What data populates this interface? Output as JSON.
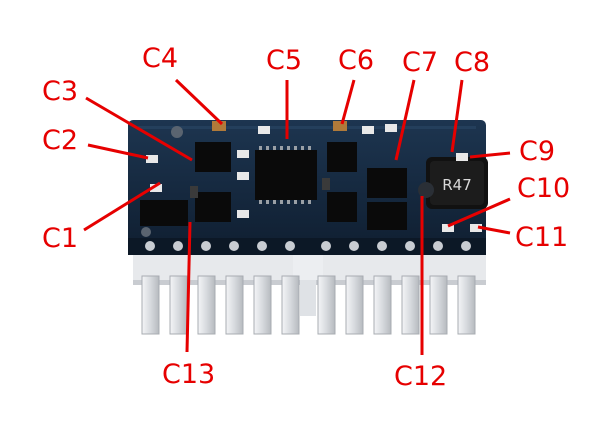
{
  "photo": {
    "subject": "psu-board-module",
    "pcb_color": "#14263a",
    "connector_color": "#e4e6e9",
    "inductor_marking": "R47"
  },
  "annotation_color": "#e60000",
  "callouts": [
    {
      "id": "c1",
      "label": "C1"
    },
    {
      "id": "c2",
      "label": "C2"
    },
    {
      "id": "c3",
      "label": "C3"
    },
    {
      "id": "c4",
      "label": "C4"
    },
    {
      "id": "c5",
      "label": "C5"
    },
    {
      "id": "c6",
      "label": "C6"
    },
    {
      "id": "c7",
      "label": "C7"
    },
    {
      "id": "c8",
      "label": "C8"
    },
    {
      "id": "c9",
      "label": "C9"
    },
    {
      "id": "c10",
      "label": "C10"
    },
    {
      "id": "c11",
      "label": "C11"
    },
    {
      "id": "c12",
      "label": "C12"
    },
    {
      "id": "c13",
      "label": "C13"
    }
  ]
}
